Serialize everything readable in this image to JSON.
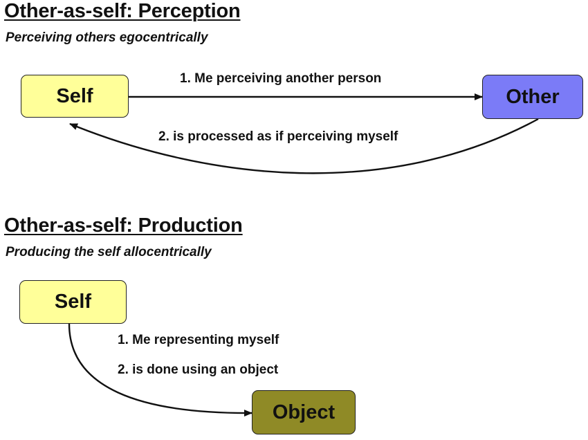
{
  "colors": {
    "self_fill": "#ffff99",
    "other_fill": "#7b7bf7",
    "object_fill": "#8f8a26",
    "stroke": "#111111"
  },
  "perception": {
    "title": "Other-as-self: Perception",
    "subtitle": "Perceiving others egocentrically",
    "self_label": "Self",
    "other_label": "Other",
    "edge1_label": "1. Me perceiving another person",
    "edge2_label": "2. is processed as if perceiving myself"
  },
  "production": {
    "title": "Other-as-self: Production",
    "subtitle": "Producing the self allocentrically",
    "self_label": "Self",
    "object_label": "Object",
    "edge1_label": "1. Me representing myself",
    "edge2_label": "2. is done using an object"
  }
}
